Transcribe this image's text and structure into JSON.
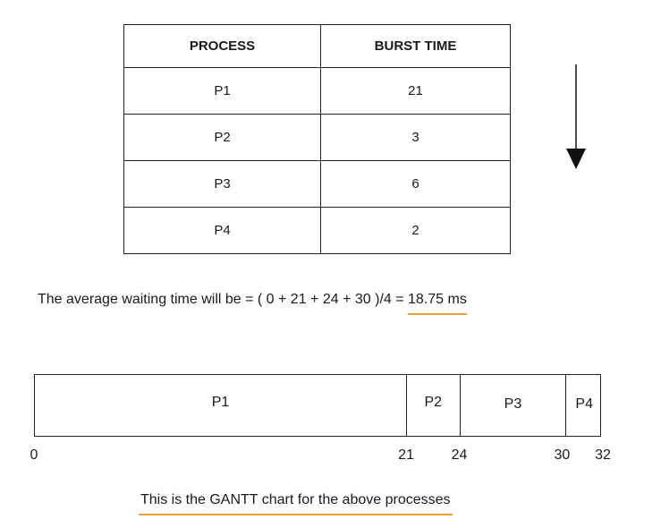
{
  "table": {
    "headers": [
      "PROCESS",
      "BURST TIME"
    ],
    "rows": [
      {
        "process": "P1",
        "burst": "21"
      },
      {
        "process": "P2",
        "burst": "3"
      },
      {
        "process": "P3",
        "burst": "6"
      },
      {
        "process": "P4",
        "burst": "2"
      }
    ]
  },
  "average": {
    "text": "The average waiting time will be = ( 0 + 21 + 24 + 30 )/4 = ",
    "result": "18.75 ms"
  },
  "gantt": {
    "blocks": [
      {
        "label": "P1",
        "start": 0,
        "end": 21
      },
      {
        "label": "P2",
        "start": 21,
        "end": 24
      },
      {
        "label": "P3",
        "start": 24,
        "end": 30
      },
      {
        "label": "P4",
        "start": 30,
        "end": 32
      }
    ],
    "ticks": [
      "0",
      "21",
      "24",
      "30",
      "32"
    ]
  },
  "caption": "This is the GANTT chart for the above processes",
  "colors": {
    "underline": "#f0a030",
    "line": "#222222"
  },
  "icons": {
    "arrow": "down-arrow-icon"
  }
}
